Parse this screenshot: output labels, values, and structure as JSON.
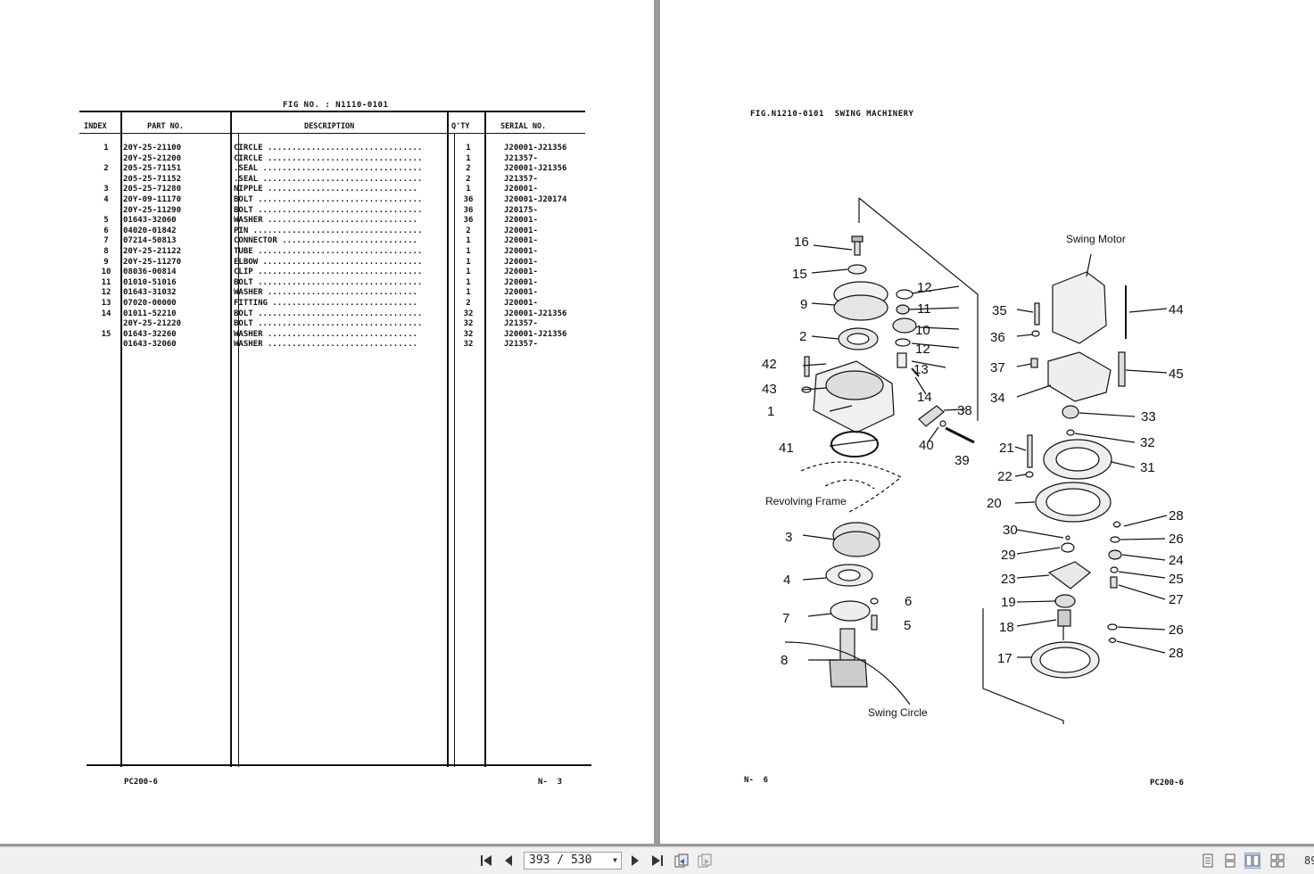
{
  "left_page": {
    "fig_title": "FIG NO. : N1110-0101",
    "columns": {
      "index": "INDEX",
      "part_no": "PART NO.",
      "description": "DESCRIPTION",
      "qty": "Q'TY",
      "serial_no": "SERIAL NO."
    },
    "rows": [
      {
        "index": "1",
        "part": "20Y-25-21100",
        "desc": "CIRCLE ................................",
        "qty": "1",
        "serial": "J20001-J21356"
      },
      {
        "index": "",
        "part": "20Y-25-21200",
        "desc": "CIRCLE ................................",
        "qty": "1",
        "serial": "J21357-"
      },
      {
        "index": "2",
        "part": "205-25-71151",
        "desc": ".SEAL .................................",
        "qty": "2",
        "serial": "J20001-J21356"
      },
      {
        "index": "",
        "part": "205-25-71152",
        "desc": ".SEAL .................................",
        "qty": "2",
        "serial": "J21357-"
      },
      {
        "index": "3",
        "part": "205-25-71280",
        "desc": "NIPPLE ...............................",
        "qty": "1",
        "serial": "J20001-"
      },
      {
        "index": "4",
        "part": "20Y-09-11170",
        "desc": "BOLT ..................................",
        "qty": "36",
        "serial": "J20001-J20174"
      },
      {
        "index": "",
        "part": "20Y-25-11290",
        "desc": "BOLT ..................................",
        "qty": "36",
        "serial": "J20175-"
      },
      {
        "index": "5",
        "part": "01643-32060",
        "desc": "WASHER ...............................",
        "qty": "36",
        "serial": "J20001-"
      },
      {
        "index": "6",
        "part": "04020-01842",
        "desc": "PIN ...................................",
        "qty": "2",
        "serial": "J20001-"
      },
      {
        "index": "7",
        "part": "07214-50813",
        "desc": "CONNECTOR ............................",
        "qty": "1",
        "serial": "J20001-"
      },
      {
        "index": "8",
        "part": "20Y-25-21122",
        "desc": "TUBE ..................................",
        "qty": "1",
        "serial": "J20001-"
      },
      {
        "index": "9",
        "part": "20Y-25-11270",
        "desc": "ELBOW .................................",
        "qty": "1",
        "serial": "J20001-"
      },
      {
        "index": "10",
        "part": "08036-00814",
        "desc": "CLIP ..................................",
        "qty": "1",
        "serial": "J20001-"
      },
      {
        "index": "11",
        "part": "01010-51016",
        "desc": "BOLT ..................................",
        "qty": "1",
        "serial": "J20001-"
      },
      {
        "index": "12",
        "part": "01643-31032",
        "desc": "WASHER ...............................",
        "qty": "1",
        "serial": "J20001-"
      },
      {
        "index": "13",
        "part": "07020-00000",
        "desc": "FITTING ..............................",
        "qty": "2",
        "serial": "J20001-"
      },
      {
        "index": "14",
        "part": "01011-52210",
        "desc": "BOLT ..................................",
        "qty": "32",
        "serial": "J20001-J21356"
      },
      {
        "index": "",
        "part": "20Y-25-21220",
        "desc": "BOLT ..................................",
        "qty": "32",
        "serial": "J21357-"
      },
      {
        "index": "15",
        "part": "01643-32260",
        "desc": "WASHER ...............................",
        "qty": "32",
        "serial": "J20001-J21356"
      },
      {
        "index": "",
        "part": "01643-32060",
        "desc": "WASHER ...............................",
        "qty": "32",
        "serial": "J21357-"
      }
    ],
    "footer_model": "PC200-6",
    "footer_page": "N-  3"
  },
  "right_page": {
    "fig_title": "FIG.N1210-0101  SWING MACHINERY",
    "labels": {
      "swing_motor": "Swing Motor",
      "revolving_frame": "Revolving Frame",
      "swing_circle": "Swing Circle"
    },
    "callouts": [
      "16",
      "15",
      "9",
      "2",
      "42",
      "43",
      "1",
      "41",
      "3",
      "4",
      "7",
      "8",
      "12",
      "11",
      "10",
      "12",
      "13",
      "14",
      "38",
      "40",
      "39",
      "6",
      "5",
      "35",
      "36",
      "37",
      "34",
      "44",
      "45",
      "33",
      "32",
      "21",
      "31",
      "22",
      "20",
      "28",
      "30",
      "26",
      "29",
      "24",
      "23",
      "25",
      "27",
      "19",
      "18",
      "26",
      "17",
      "28"
    ],
    "footer_page": "N-  6",
    "footer_model": "PC200-6"
  },
  "toolbar": {
    "page_value": "393 / 530",
    "zoom_value": "89"
  }
}
